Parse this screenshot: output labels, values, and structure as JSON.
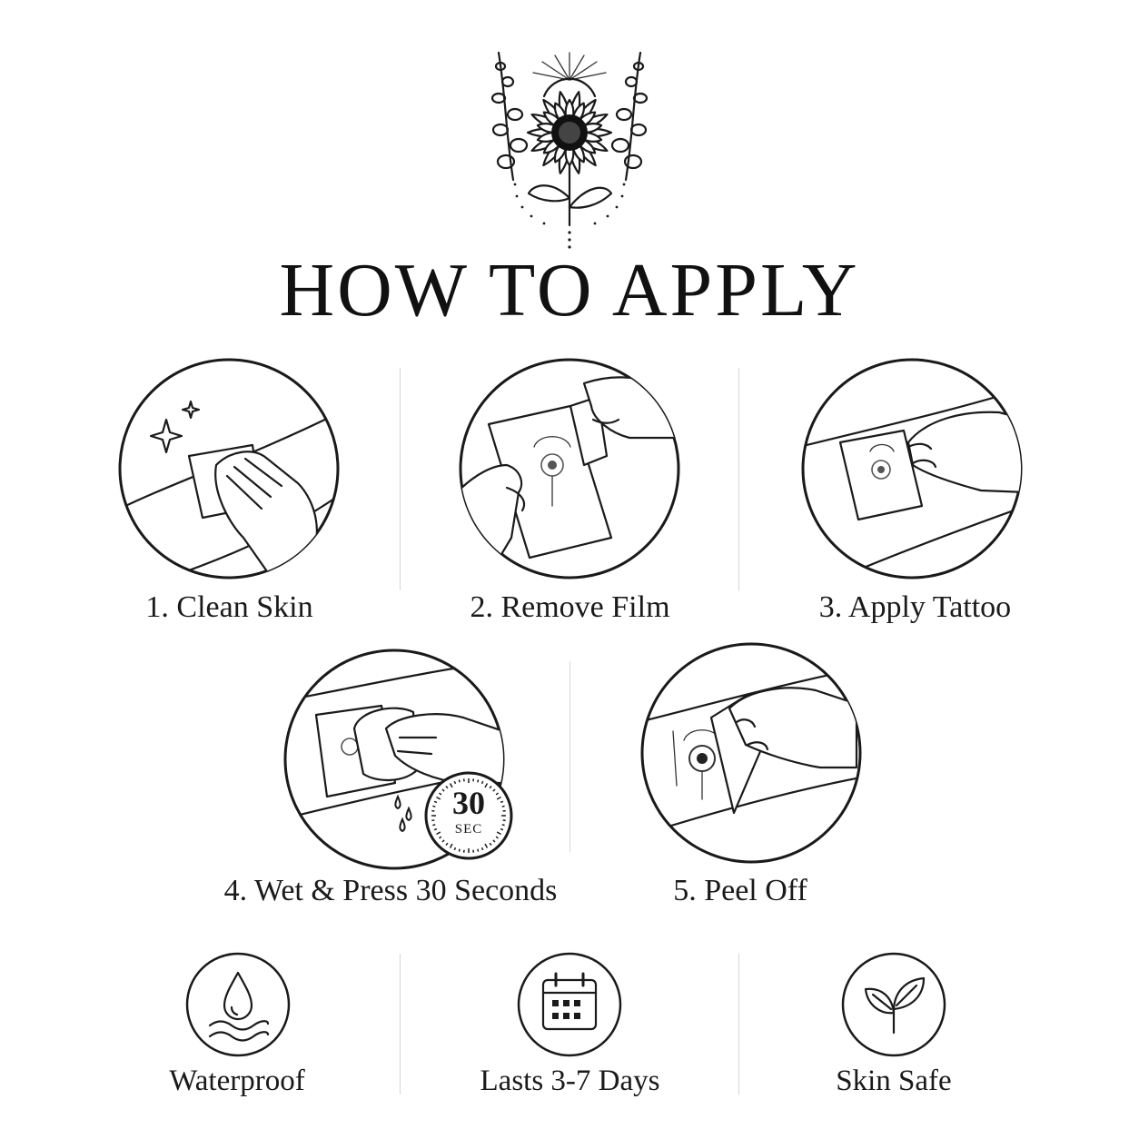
{
  "header": {
    "logo_icon": "sunflower-botanical-icon",
    "title": "HOW TO APPLY"
  },
  "steps": [
    {
      "label": "1. Clean Skin",
      "icon": "wipe-skin-icon"
    },
    {
      "label": "2. Remove Film",
      "icon": "peel-film-icon"
    },
    {
      "label": "3. Apply Tattoo",
      "icon": "place-tattoo-icon"
    },
    {
      "label": "4. Wet & Press 30 Seconds",
      "icon": "wet-press-icon"
    },
    {
      "label": "5. Peel Off",
      "icon": "peel-off-icon"
    }
  ],
  "timer": {
    "value": "30",
    "unit": "SEC",
    "icon": "timer-icon"
  },
  "features": [
    {
      "label": "Waterproof",
      "icon": "water-drop-icon"
    },
    {
      "label": "Lasts 3-7 Days",
      "icon": "calendar-icon"
    },
    {
      "label": "Skin Safe",
      "icon": "leaf-icon"
    }
  ],
  "colors": {
    "ink": "#1a1a1a",
    "background": "#ffffff",
    "divider": "#d6d6d6"
  }
}
